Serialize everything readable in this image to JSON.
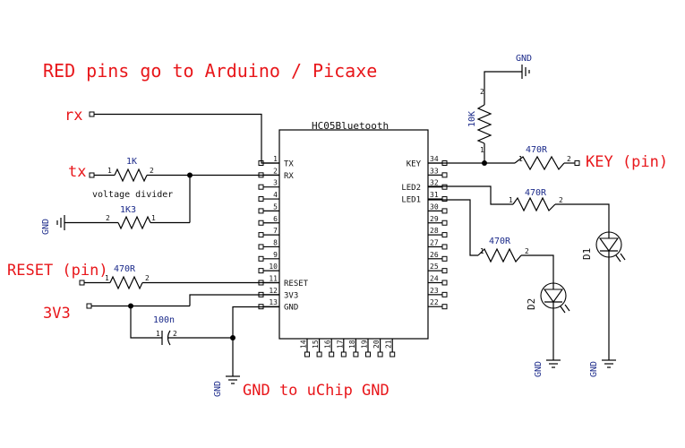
{
  "heading": "RED pins go to Arduino / Picaxe",
  "chip": {
    "name": "HC05Bluetooth",
    "left_pins": [
      {
        "num": "1",
        "label": "TX"
      },
      {
        "num": "2",
        "label": "RX"
      },
      {
        "num": "3",
        "label": ""
      },
      {
        "num": "4",
        "label": ""
      },
      {
        "num": "5",
        "label": ""
      },
      {
        "num": "6",
        "label": ""
      },
      {
        "num": "7",
        "label": ""
      },
      {
        "num": "8",
        "label": ""
      },
      {
        "num": "9",
        "label": ""
      },
      {
        "num": "10",
        "label": ""
      },
      {
        "num": "11",
        "label": "RESET"
      },
      {
        "num": "12",
        "label": "3V3"
      },
      {
        "num": "13",
        "label": "GND"
      }
    ],
    "bottom_pins": [
      "14",
      "15",
      "16",
      "17",
      "18",
      "19",
      "20",
      "21"
    ],
    "right_pins": [
      {
        "num": "34",
        "label": "KEY"
      },
      {
        "num": "33",
        "label": ""
      },
      {
        "num": "32",
        "label": "LED2"
      },
      {
        "num": "31",
        "label": "LED1"
      },
      {
        "num": "30",
        "label": ""
      },
      {
        "num": "29",
        "label": ""
      },
      {
        "num": "28",
        "label": ""
      },
      {
        "num": "27",
        "label": ""
      },
      {
        "num": "26",
        "label": ""
      },
      {
        "num": "25",
        "label": ""
      },
      {
        "num": "24",
        "label": ""
      },
      {
        "num": "23",
        "label": ""
      },
      {
        "num": "22",
        "label": ""
      }
    ]
  },
  "signals": {
    "rx": "rx",
    "tx": "tx",
    "reset": "RESET (pin)",
    "v33": "3V3",
    "key": "KEY (pin)",
    "gnd_note": "GND to uChip GND"
  },
  "labels": {
    "voltage_divider": "voltage divider",
    "gnd": "GND"
  },
  "components": {
    "r_tx_1k": {
      "value": "1K",
      "pin1": "1",
      "pin2": "2"
    },
    "r_tx_1k3": {
      "value": "1K3",
      "pin1": "2",
      "pin2": "1"
    },
    "r_reset": {
      "value": "470R",
      "pin1": "1",
      "pin2": "2"
    },
    "cap": {
      "value": "100n",
      "pin1": "1",
      "pin2": "2"
    },
    "r_10k": {
      "value": "10K",
      "pin1": "1",
      "pin2": "2"
    },
    "r_key": {
      "value": "470R",
      "pin1": "1",
      "pin2": "2"
    },
    "r_led2": {
      "value": "470R",
      "pin1": "1",
      "pin2": "2"
    },
    "r_led1": {
      "value": "470R",
      "pin1": "1",
      "pin2": "2"
    },
    "d1": {
      "ref": "D1"
    },
    "d2": {
      "ref": "D2"
    }
  },
  "colors": {
    "signal_text": "#e8171b",
    "component_text": "#1b2a8a",
    "wire": "#000000"
  }
}
